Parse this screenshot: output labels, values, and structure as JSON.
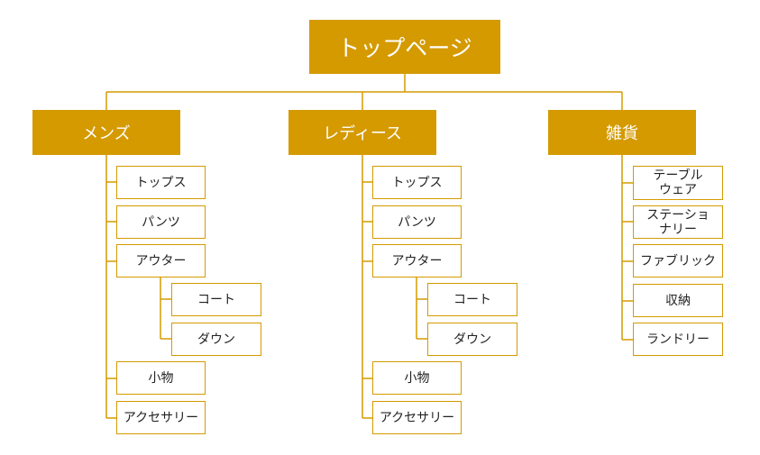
{
  "root": {
    "label": "トップページ"
  },
  "categories": [
    {
      "label": "メンズ",
      "items": [
        {
          "label": "トップス"
        },
        {
          "label": "パンツ"
        },
        {
          "label": "アウター",
          "children": [
            {
              "label": "コート"
            },
            {
              "label": "ダウン"
            }
          ]
        },
        {
          "label": "小物"
        },
        {
          "label": "アクセサリー"
        }
      ]
    },
    {
      "label": "レディース",
      "items": [
        {
          "label": "トップス"
        },
        {
          "label": "パンツ"
        },
        {
          "label": "アウター",
          "children": [
            {
              "label": "コート"
            },
            {
              "label": "ダウン"
            }
          ]
        },
        {
          "label": "小物"
        },
        {
          "label": "アクセサリー"
        }
      ]
    },
    {
      "label": "雑貨",
      "items": [
        {
          "label": "テーブル\nウェア"
        },
        {
          "label": "ステーショ\nナリー"
        },
        {
          "label": "ファブリック"
        },
        {
          "label": "収納"
        },
        {
          "label": "ランドリー"
        }
      ]
    }
  ],
  "colors": {
    "accent": "#d49a00",
    "text_on_accent": "#ffffff",
    "text": "#222222"
  }
}
